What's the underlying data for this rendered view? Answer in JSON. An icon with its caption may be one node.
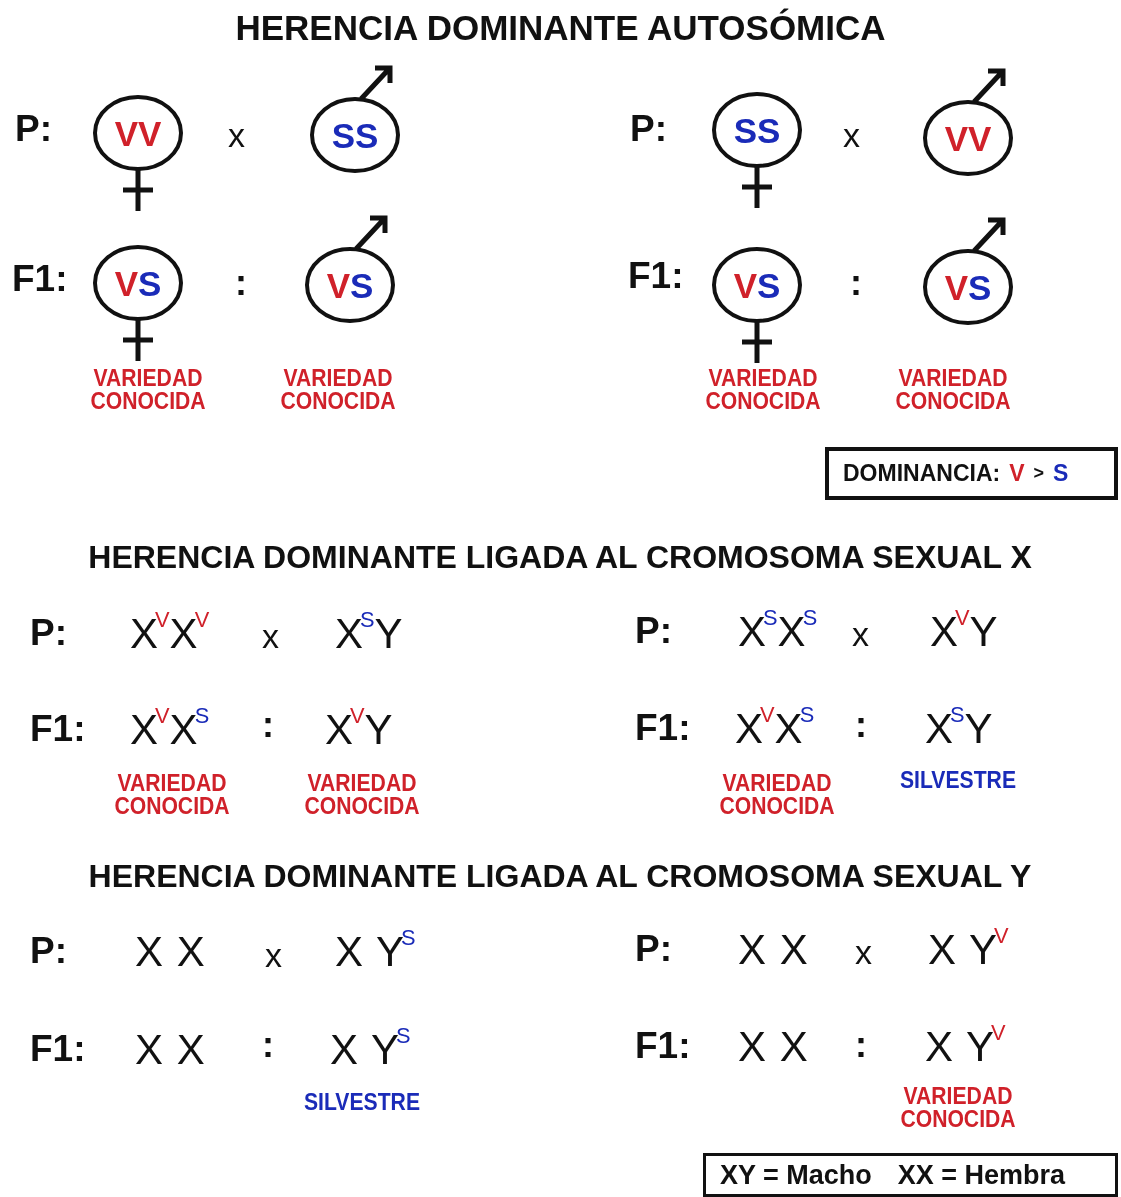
{
  "diagram": {
    "title": "HERENCIA DOMINANTE AUTOSÓMICA",
    "nodes": [
      {
        "text": [
          "V",
          "V"
        ]
      },
      {
        "text": [
          "S",
          "S"
        ]
      },
      {
        "text": [
          "V",
          "S"
        ],
        "beside": [
          "VARIEDAD CONOCIDA"
        ]
      },
      {
        "text": [
          "V",
          "S"
        ],
        "beside": [
          "VARIEDAD CONOCIDA"
        ]
      },
      {
        "text": [
          "S",
          "S"
        ]
      },
      {
        "text": [
          "V",
          "V"
        ]
      },
      {
        "text": [
          "V",
          "S"
        ],
        "beside": [
          "VARIEDAD CONOCIDA"
        ]
      },
      {
        "text": [
          "V",
          "S"
        ],
        "beside": [
          "VARIEDAD CONOCIDA"
        ]
      },
      {
        "text": [
          "DOMINANCIA:",
          "V",
          ">",
          "S"
        ]
      },
      {
        "text": [
          "XY = Macho",
          "XX = Hembra"
        ]
      }
    ],
    "edges": [],
    "labels": [
      "P:",
      "x",
      "P:",
      "x",
      "F1:",
      ":",
      "F1:",
      ":",
      "HERENCIA DOMINANTE LIGADA AL CROMOSOMA SEXUAL X",
      "P:",
      "X$^{V}$X$^{V}$",
      "x",
      "X$^{S}$Y",
      "P:",
      "X$^{S}$X$^{S}$",
      "x",
      "X$^{V}$Y",
      "F1:",
      "X$^{V}$X$^{S}$",
      ":",
      "X$^{V}$Y",
      "F1:",
      "X$^{V}$X$^{S}$",
      ":",
      "X$^{S}$Y",
      "VARIEDAD CONOCIDA",
      "VARIEDAD CONOCIDA",
      "VARIEDAD CONOCIDA",
      "SILVESTRE",
      "HERENCIA DOMINANTE LIGADA AL CROMOSOMA SEXUAL Y",
      "P:",
      "X X",
      "x",
      "X Y$^{S}$",
      "P:",
      "X X",
      "x",
      "X Y$^{V}$",
      "F1:",
      "X X",
      ":",
      "X Y$^{S}$",
      "F1:",
      "X X",
      ":",
      "X Y$^{V}$",
      "SILVESTRE",
      "VARIEDAD CONOCIDA"
    ]
  }
}
